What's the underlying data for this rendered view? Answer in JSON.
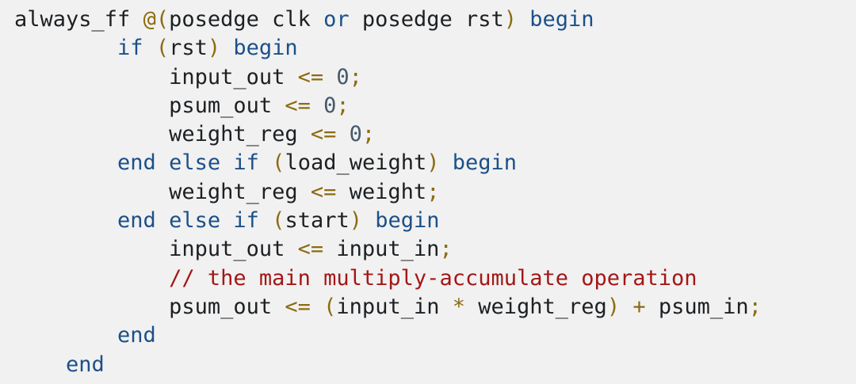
{
  "code_block": {
    "background": "#f1f1f1",
    "colors": {
      "plain": "#1d2023",
      "keyword": "#1b5089",
      "operator": "#8c6b10",
      "number": "#46596b",
      "comment": "#a41616"
    },
    "lines": [
      {
        "tokens": [
          {
            "text": "always_ff ",
            "type": "plain"
          },
          {
            "text": "@(",
            "type": "operator"
          },
          {
            "text": "posedge clk ",
            "type": "plain"
          },
          {
            "text": "or",
            "type": "keyword"
          },
          {
            "text": " posedge rst",
            "type": "plain"
          },
          {
            "text": ")",
            "type": "operator"
          },
          {
            "text": " ",
            "type": "plain"
          },
          {
            "text": "begin",
            "type": "keyword"
          }
        ]
      },
      {
        "tokens": [
          {
            "text": "        ",
            "type": "plain"
          },
          {
            "text": "if",
            "type": "keyword"
          },
          {
            "text": " ",
            "type": "plain"
          },
          {
            "text": "(",
            "type": "operator"
          },
          {
            "text": "rst",
            "type": "plain"
          },
          {
            "text": ")",
            "type": "operator"
          },
          {
            "text": " ",
            "type": "plain"
          },
          {
            "text": "begin",
            "type": "keyword"
          }
        ]
      },
      {
        "tokens": [
          {
            "text": "            input_out ",
            "type": "plain"
          },
          {
            "text": "<=",
            "type": "operator"
          },
          {
            "text": " ",
            "type": "plain"
          },
          {
            "text": "0",
            "type": "number"
          },
          {
            "text": ";",
            "type": "operator"
          }
        ]
      },
      {
        "tokens": [
          {
            "text": "            psum_out ",
            "type": "plain"
          },
          {
            "text": "<=",
            "type": "operator"
          },
          {
            "text": " ",
            "type": "plain"
          },
          {
            "text": "0",
            "type": "number"
          },
          {
            "text": ";",
            "type": "operator"
          }
        ]
      },
      {
        "tokens": [
          {
            "text": "            weight_reg ",
            "type": "plain"
          },
          {
            "text": "<=",
            "type": "operator"
          },
          {
            "text": " ",
            "type": "plain"
          },
          {
            "text": "0",
            "type": "number"
          },
          {
            "text": ";",
            "type": "operator"
          }
        ]
      },
      {
        "tokens": [
          {
            "text": "        ",
            "type": "plain"
          },
          {
            "text": "end",
            "type": "keyword"
          },
          {
            "text": " ",
            "type": "plain"
          },
          {
            "text": "else",
            "type": "keyword"
          },
          {
            "text": " ",
            "type": "plain"
          },
          {
            "text": "if",
            "type": "keyword"
          },
          {
            "text": " ",
            "type": "plain"
          },
          {
            "text": "(",
            "type": "operator"
          },
          {
            "text": "load_weight",
            "type": "plain"
          },
          {
            "text": ")",
            "type": "operator"
          },
          {
            "text": " ",
            "type": "plain"
          },
          {
            "text": "begin",
            "type": "keyword"
          }
        ]
      },
      {
        "tokens": [
          {
            "text": "            weight_reg ",
            "type": "plain"
          },
          {
            "text": "<=",
            "type": "operator"
          },
          {
            "text": " weight",
            "type": "plain"
          },
          {
            "text": ";",
            "type": "operator"
          }
        ]
      },
      {
        "tokens": [
          {
            "text": "        ",
            "type": "plain"
          },
          {
            "text": "end",
            "type": "keyword"
          },
          {
            "text": " ",
            "type": "plain"
          },
          {
            "text": "else",
            "type": "keyword"
          },
          {
            "text": " ",
            "type": "plain"
          },
          {
            "text": "if",
            "type": "keyword"
          },
          {
            "text": " ",
            "type": "plain"
          },
          {
            "text": "(",
            "type": "operator"
          },
          {
            "text": "start",
            "type": "plain"
          },
          {
            "text": ")",
            "type": "operator"
          },
          {
            "text": " ",
            "type": "plain"
          },
          {
            "text": "begin",
            "type": "keyword"
          }
        ]
      },
      {
        "tokens": [
          {
            "text": "            input_out ",
            "type": "plain"
          },
          {
            "text": "<=",
            "type": "operator"
          },
          {
            "text": " input_in",
            "type": "plain"
          },
          {
            "text": ";",
            "type": "operator"
          }
        ]
      },
      {
        "tokens": [
          {
            "text": "            ",
            "type": "plain"
          },
          {
            "text": "// the main multiply-accumulate operation",
            "type": "comment"
          }
        ]
      },
      {
        "tokens": [
          {
            "text": "            psum_out ",
            "type": "plain"
          },
          {
            "text": "<=",
            "type": "operator"
          },
          {
            "text": " ",
            "type": "plain"
          },
          {
            "text": "(",
            "type": "operator"
          },
          {
            "text": "input_in ",
            "type": "plain"
          },
          {
            "text": "*",
            "type": "operator"
          },
          {
            "text": " weight_reg",
            "type": "plain"
          },
          {
            "text": ")",
            "type": "operator"
          },
          {
            "text": " ",
            "type": "plain"
          },
          {
            "text": "+",
            "type": "operator"
          },
          {
            "text": " psum_in",
            "type": "plain"
          },
          {
            "text": ";",
            "type": "operator"
          }
        ]
      },
      {
        "tokens": [
          {
            "text": "        ",
            "type": "plain"
          },
          {
            "text": "end",
            "type": "keyword"
          }
        ]
      },
      {
        "tokens": [
          {
            "text": "    ",
            "type": "plain"
          },
          {
            "text": "end",
            "type": "keyword"
          }
        ]
      }
    ]
  }
}
